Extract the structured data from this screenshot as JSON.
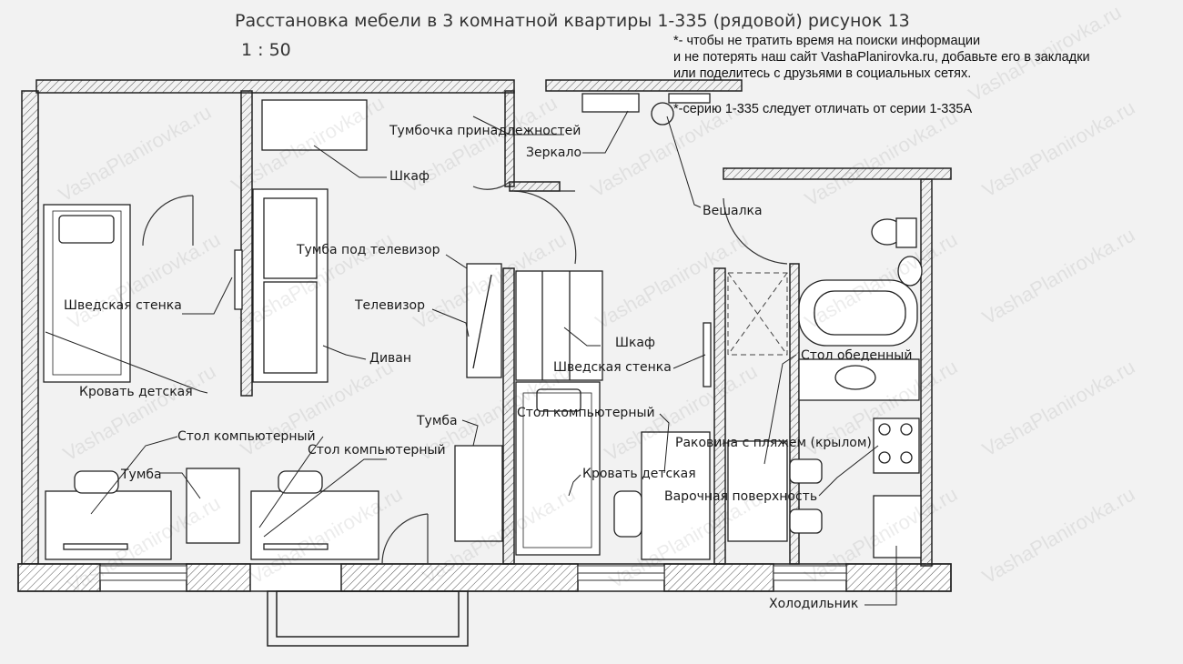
{
  "header": {
    "title": "Расстановка мебели в 3 комнатной квартиры 1-335 (рядовой) рисунок 13",
    "scale": "1 : 50"
  },
  "notes": {
    "line1": "*- чтобы не тратить время на поиски информации",
    "line2": " и не потерять наш сайт VashaPlanirovka.ru, добавьте его в закладки",
    "line3": "или поделитесь с друзьями в социальных сетях.",
    "line4": "*-серию 1-335 следует отличать от серии 1-335А"
  },
  "watermark": "VashaPlanirovka.ru",
  "labels": {
    "tumbochka": "Тумбочка принадлежностей",
    "zerkalo": "Зеркало",
    "shkaf_top": "Шкаф",
    "veshalka": "Вешалка",
    "tumba_tv": "Тумба под телевизор",
    "televizor": "Телевизор",
    "shved_left": "Шведская стенка",
    "divan": "Диван",
    "shkaf_mid": "Шкаф",
    "shved_mid": "Шведская стенка",
    "krovat_left": "Кровать детская",
    "tumba_mid": "Тумба",
    "stol_komp_mid": "Стол компьютерный",
    "stol_komp_left": "Стол компьютерный",
    "stol_komp_left2": "Стол компьютерный",
    "tumba_left": "Тумба",
    "krovat_mid": "Кровать детская",
    "stol_obed": "Стол обеденный",
    "rakovina": "Раковина с пляжем (крылом)",
    "varochnaya": "Варочная поверхность",
    "holodilnik": "Холодильник"
  }
}
